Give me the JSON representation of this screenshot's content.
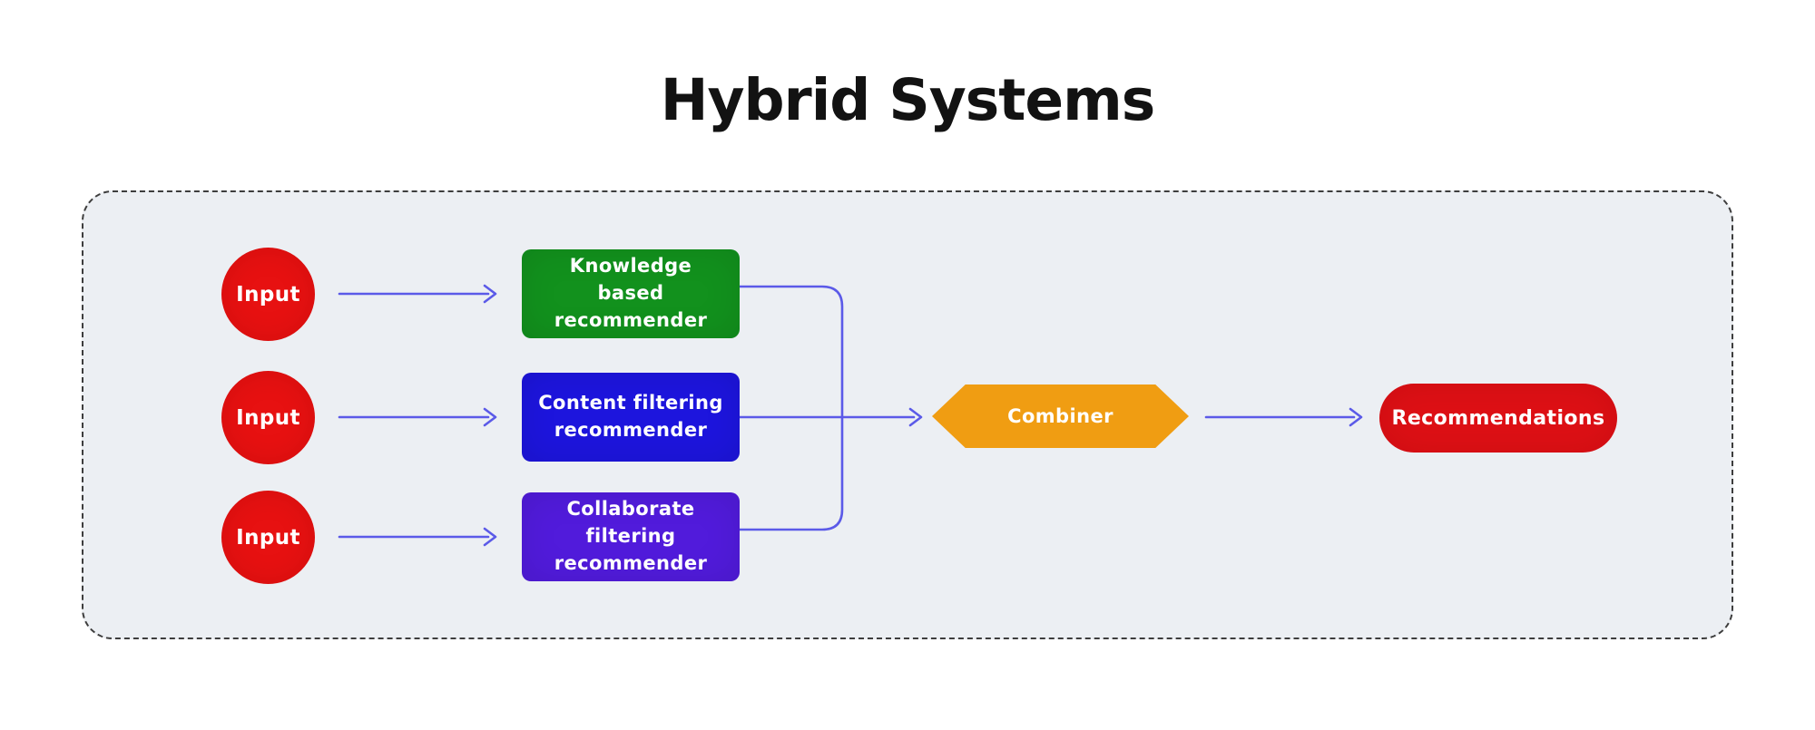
{
  "title": "Hybrid Systems",
  "colors": {
    "page_bg": "#ffffff",
    "panel_bg": "#eceff3",
    "panel_border": "#3d3d3d",
    "connector": "#5b5ae8",
    "input_node": "#e71111",
    "knowledge_node": "#12911d",
    "content_node": "#1d15dd",
    "collaborate_node": "#511bdb",
    "combiner_node": "#f09d12",
    "output_node": "#de1015",
    "node_text": "#ffffff",
    "title_text": "#121212"
  },
  "diagram": {
    "inputs": [
      {
        "label": "Input"
      },
      {
        "label": "Input"
      },
      {
        "label": "Input"
      }
    ],
    "recommenders": [
      {
        "label": "Knowledge based recommender"
      },
      {
        "label": "Content filtering recommender"
      },
      {
        "label": "Collaborate filtering recommender"
      }
    ],
    "combiner": {
      "label": "Combiner"
    },
    "output": {
      "label": "Recommendations"
    },
    "edges": [
      {
        "from": "input-1",
        "to": "knowledge-based-recommender"
      },
      {
        "from": "input-2",
        "to": "content-filtering-recommender"
      },
      {
        "from": "input-3",
        "to": "collaborate-filtering-recommender"
      },
      {
        "from": "knowledge-based-recommender",
        "to": "combiner"
      },
      {
        "from": "content-filtering-recommender",
        "to": "combiner"
      },
      {
        "from": "collaborate-filtering-recommender",
        "to": "combiner"
      },
      {
        "from": "combiner",
        "to": "recommendations"
      }
    ]
  }
}
